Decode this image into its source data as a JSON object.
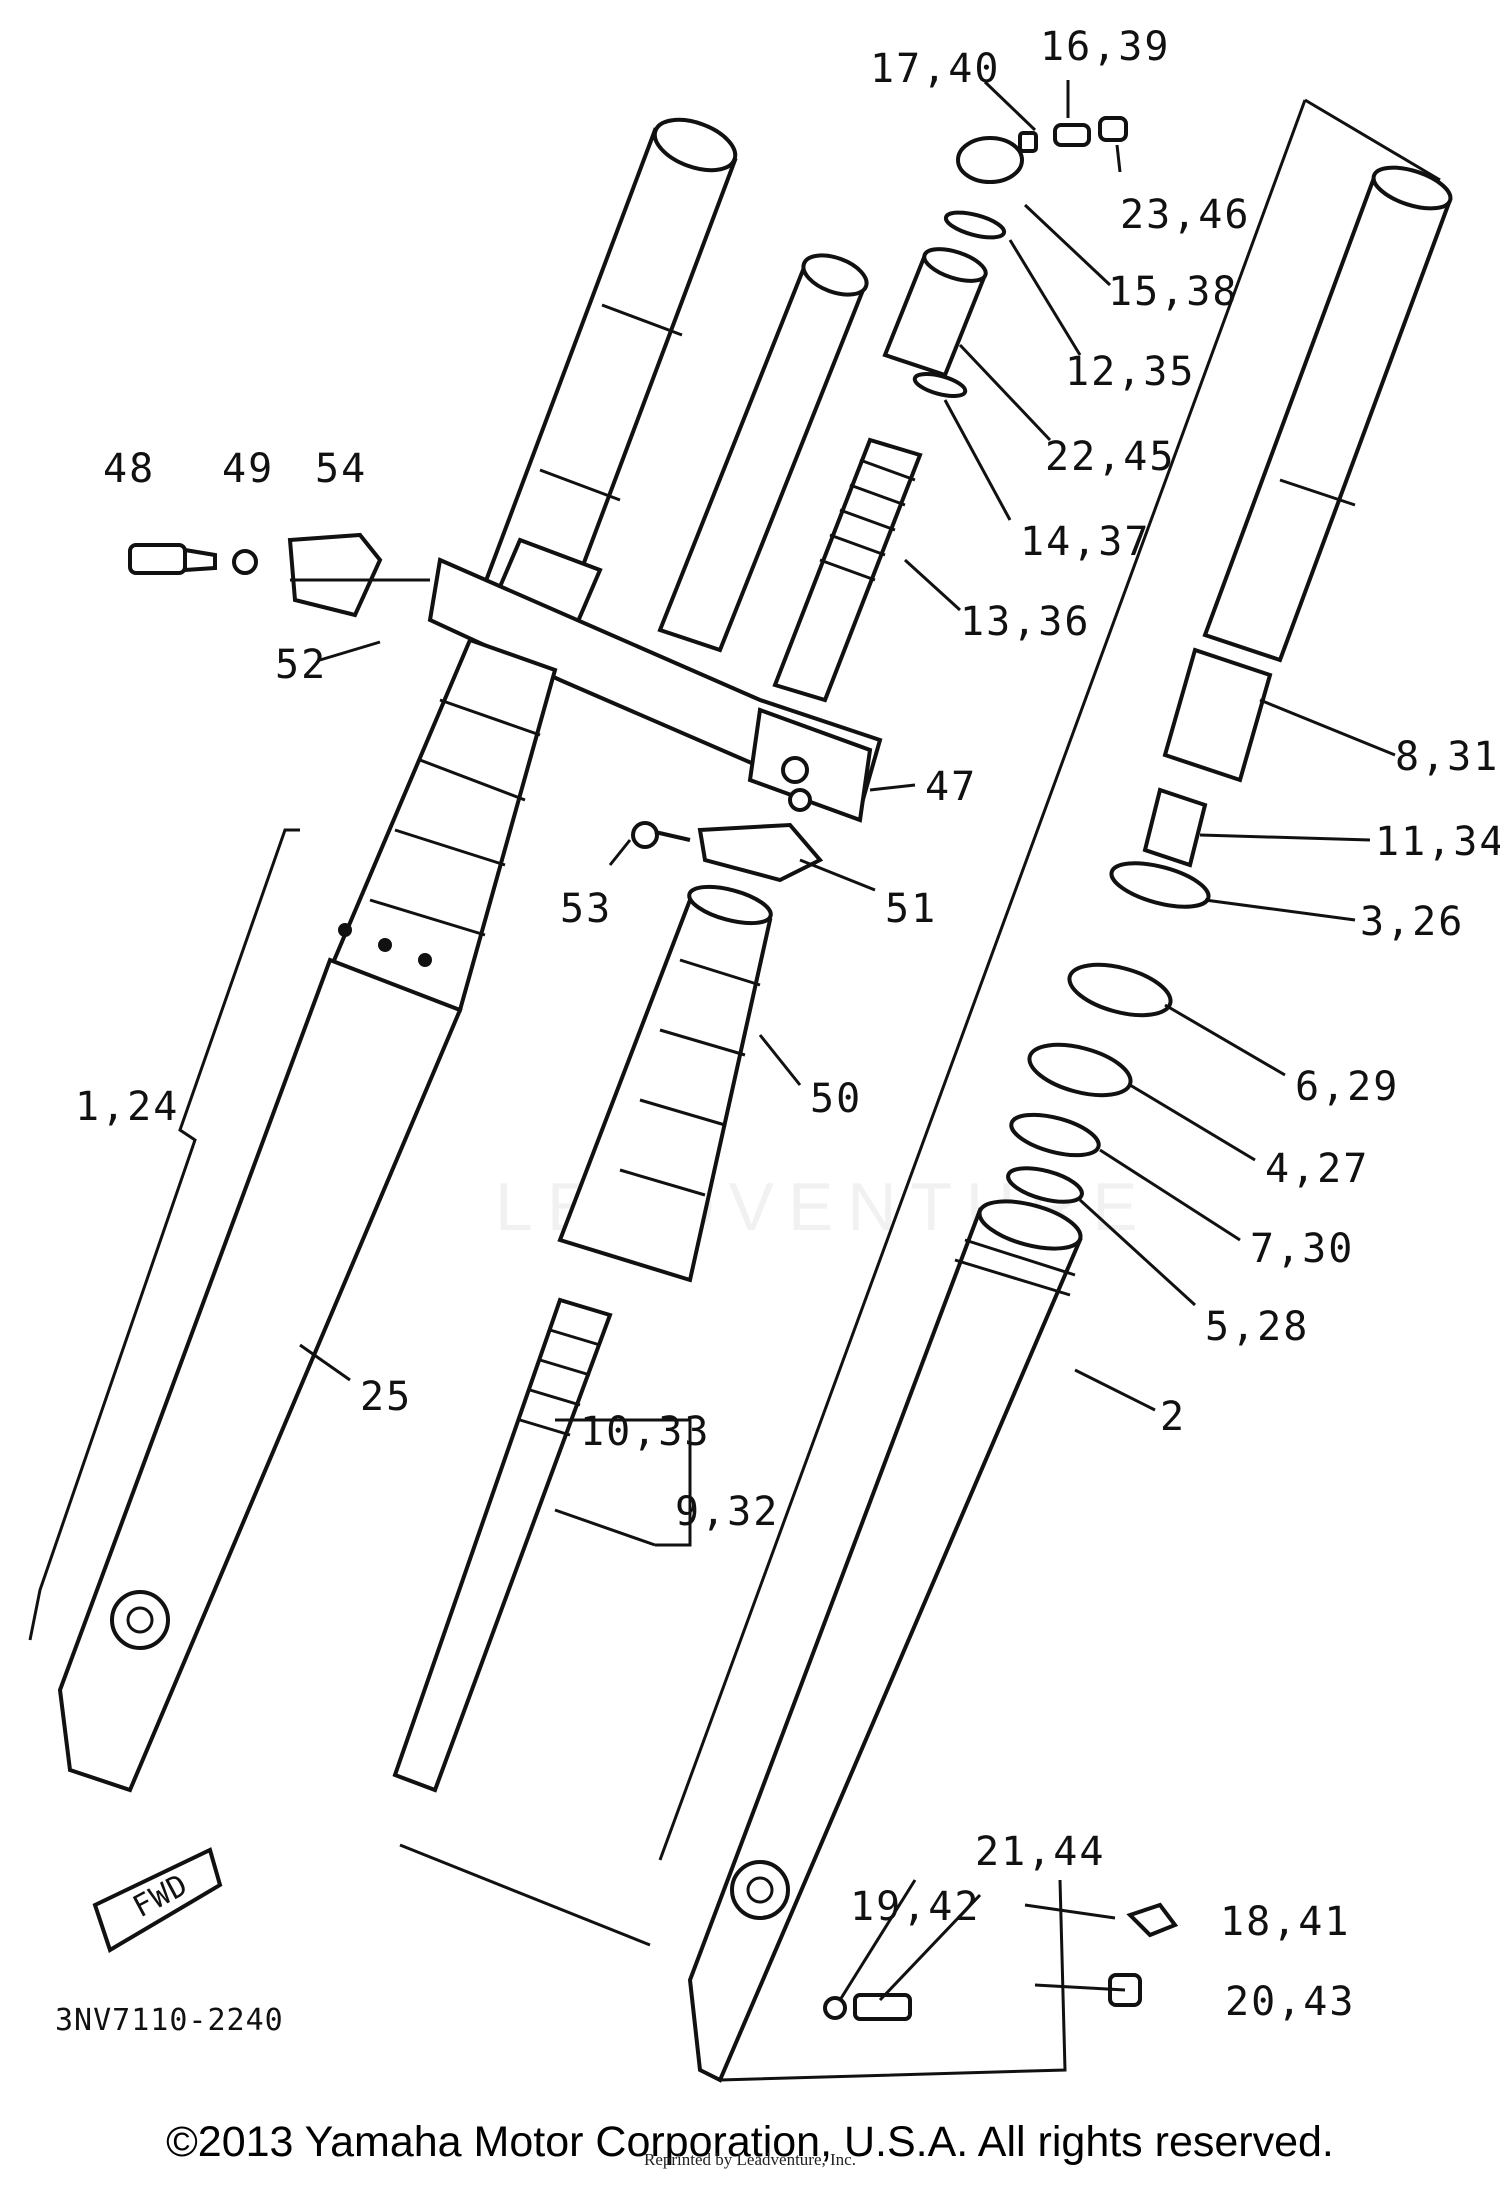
{
  "diagram": {
    "part_code": "3NV7110-2240",
    "fwd_label": "FWD",
    "watermark": "LEADVENTURE",
    "callouts": [
      {
        "id": "c-17-40",
        "text": "17,40"
      },
      {
        "id": "c-16-39",
        "text": "16,39"
      },
      {
        "id": "c-23-46",
        "text": "23,46"
      },
      {
        "id": "c-15-38",
        "text": "15,38"
      },
      {
        "id": "c-12-35",
        "text": "12,35"
      },
      {
        "id": "c-22-45",
        "text": "22,45"
      },
      {
        "id": "c-14-37",
        "text": "14,37"
      },
      {
        "id": "c-13-36",
        "text": "13,36"
      },
      {
        "id": "c-48",
        "text": "48"
      },
      {
        "id": "c-49",
        "text": "49"
      },
      {
        "id": "c-54",
        "text": "54"
      },
      {
        "id": "c-52",
        "text": "52"
      },
      {
        "id": "c-47",
        "text": "47"
      },
      {
        "id": "c-53",
        "text": "53"
      },
      {
        "id": "c-51",
        "text": "51"
      },
      {
        "id": "c-8-31",
        "text": "8,31"
      },
      {
        "id": "c-11-34",
        "text": "11,34"
      },
      {
        "id": "c-3-26",
        "text": "3,26"
      },
      {
        "id": "c-6-29",
        "text": "6,29"
      },
      {
        "id": "c-4-27",
        "text": "4,27"
      },
      {
        "id": "c-7-30",
        "text": "7,30"
      },
      {
        "id": "c-5-28",
        "text": "5,28"
      },
      {
        "id": "c-1-24",
        "text": "1,24"
      },
      {
        "id": "c-50",
        "text": "50"
      },
      {
        "id": "c-25",
        "text": "25"
      },
      {
        "id": "c-10-33",
        "text": "10,33"
      },
      {
        "id": "c-9-32",
        "text": "9,32"
      },
      {
        "id": "c-2",
        "text": "2"
      },
      {
        "id": "c-21-44",
        "text": "21,44"
      },
      {
        "id": "c-19-42",
        "text": "19,42"
      },
      {
        "id": "c-18-41",
        "text": "18,41"
      },
      {
        "id": "c-20-43",
        "text": "20,43"
      }
    ]
  },
  "footer": {
    "copyright": "©2013 Yamaha Motor Corporation, U.S.A. All rights reserved.",
    "reprint": "Reprinted by Leadventure, Inc."
  }
}
